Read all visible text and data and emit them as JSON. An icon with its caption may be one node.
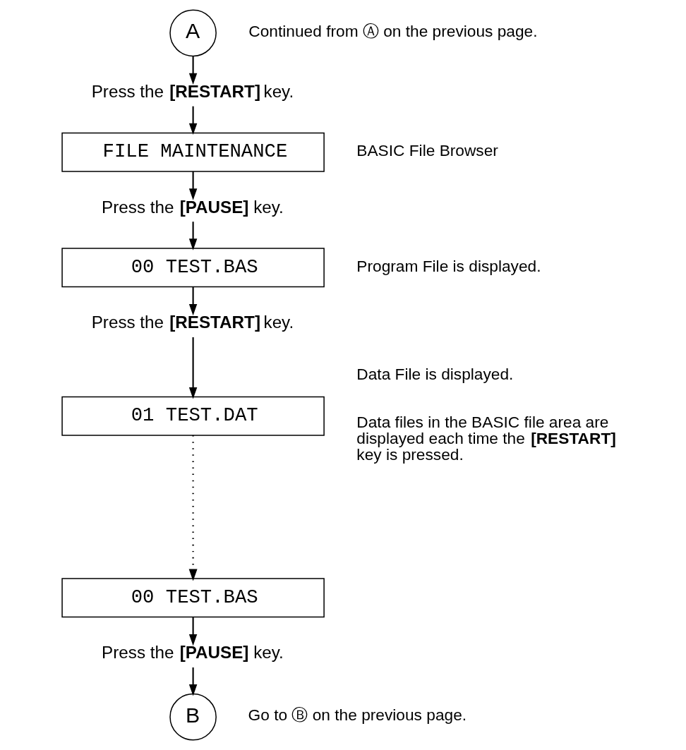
{
  "diagram": {
    "nodes": [
      {
        "text": [
          "A"
        ],
        "beside": [
          "Continued from Ⓐ on the previous page."
        ]
      },
      {
        "text": [
          "Press the **[RESTART]** key."
        ]
      },
      {
        "text": [
          "FILE MAINTENANCE"
        ],
        "beside": [
          "BASIC File Browser"
        ]
      },
      {
        "text": [
          "Press the **[PAUSE]** key."
        ]
      },
      {
        "text": [
          "00 TEST.BAS"
        ],
        "beside": [
          "Program File is displayed."
        ]
      },
      {
        "text": [
          "Press the **[RESTART]** key."
        ]
      },
      {
        "text": [
          "01 TEST.DAT"
        ],
        "beside": [
          "Data File is displayed.",
          "Data files in the BASIC file area are displayed each time the **[RESTART]** key is pressed."
        ]
      },
      {
        "text": [
          "00 TEST.BAS"
        ]
      },
      {
        "text": [
          "Press the **[PAUSE]** key."
        ]
      },
      {
        "text": [
          "B"
        ],
        "beside": [
          "Go to Ⓑ on the previous page."
        ]
      }
    ],
    "edges": [
      {
        "from": 0,
        "to": 1,
        "arrow": "to"
      },
      {
        "from": 1,
        "to": 2,
        "arrow": "to"
      },
      {
        "from": 2,
        "to": 3,
        "arrow": "to"
      },
      {
        "from": 3,
        "to": 4,
        "arrow": "to"
      },
      {
        "from": 4,
        "to": 5,
        "arrow": "to"
      },
      {
        "from": 5,
        "to": 6,
        "arrow": "to"
      },
      {
        "from": 6,
        "to": 7,
        "arrow": "to",
        "style": "dashed"
      },
      {
        "from": 7,
        "to": 8,
        "arrow": "to"
      },
      {
        "from": 8,
        "to": 9,
        "arrow": "to"
      }
    ]
  }
}
